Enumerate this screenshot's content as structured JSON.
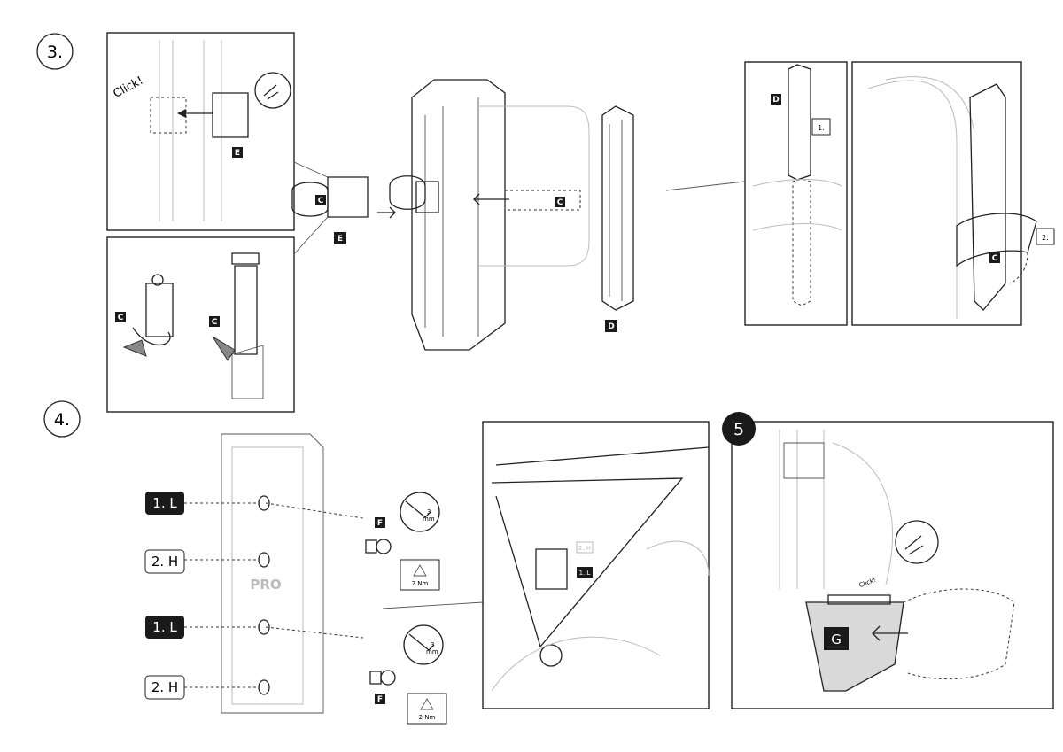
{
  "steps": {
    "step3": "3.",
    "step4": "4.",
    "step5": "5"
  },
  "labels": {
    "click": "Click!",
    "click_small": "Click!",
    "C": "C",
    "D": "D",
    "E": "E",
    "F": "F",
    "G": "G",
    "one": "1.",
    "two": "2.",
    "one_L": "1. L",
    "two_H": "2. H",
    "tool_size": "3",
    "tool_unit": "mm",
    "torque": "2 Nm",
    "brand": "PRO"
  },
  "colors": {
    "ink": "#222222",
    "dark_label": "#1a1a1a",
    "bag_fill": "#d9d9d9"
  }
}
